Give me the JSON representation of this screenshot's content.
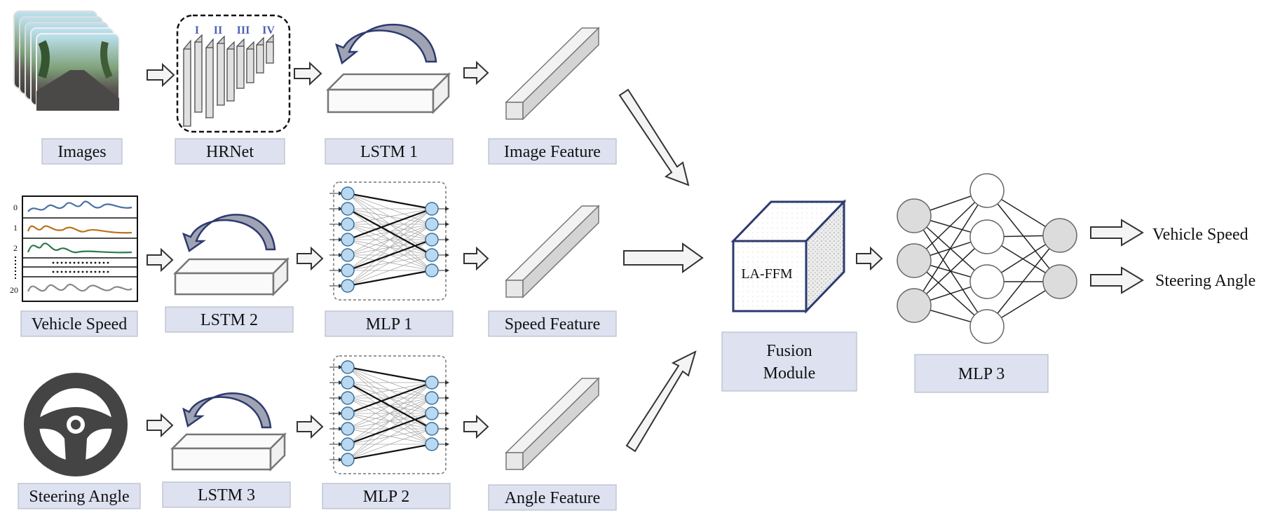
{
  "inputs": {
    "images": "Images",
    "speed": "Vehicle Speed",
    "angle": "Steering  Angle"
  },
  "modules": {
    "hrnet": "HRNet",
    "lstm1": "LSTM 1",
    "lstm2": "LSTM 2",
    "lstm3": "LSTM 3",
    "mlp1": "MLP 1",
    "mlp2": "MLP 2",
    "mlp3": "MLP 3"
  },
  "features": {
    "image": "Image Feature",
    "speed": "Speed Feature",
    "angle": "Angle Feature"
  },
  "fusion": {
    "cube_label": "LA-FFM",
    "line1": "Fusion",
    "line2": "Module"
  },
  "outputs": {
    "speed": "Vehicle Speed",
    "angle": "Steering Angle"
  },
  "hrnet_stages": [
    "I",
    "II",
    "III",
    "IV"
  ],
  "speed_plot_ticks": [
    "0",
    "1",
    "2",
    "20"
  ],
  "colors": {
    "label_fill": "#dde1f0",
    "neuron_fill": "#b9d8f2",
    "wave_0": "#4a6fa5",
    "wave_1": "#b8741a",
    "wave_2": "#2e7a4a",
    "wave_20": "#888888",
    "recurrent_arrow": "#2d3a6e"
  }
}
